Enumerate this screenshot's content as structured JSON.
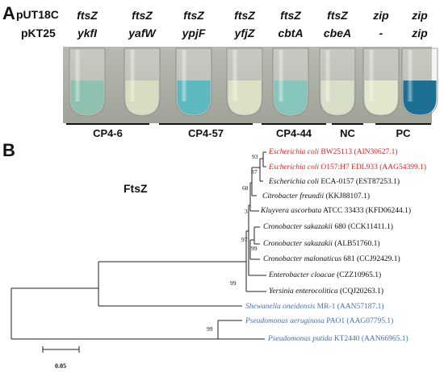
{
  "panel_a": {
    "label": "A",
    "row_labels": [
      "pUT18C",
      "pKT25"
    ],
    "columns": [
      {
        "top": "ftsZ",
        "bottom": "ykfI",
        "color": "#8fc2ae"
      },
      {
        "top": "ftsZ",
        "bottom": "yafW",
        "color": "#d8dcc0"
      },
      {
        "top": "ftsZ",
        "bottom": "ypjF",
        "color": "#5eb8c0"
      },
      {
        "top": "ftsZ",
        "bottom": "yfjZ",
        "color": "#dde0c4"
      },
      {
        "top": "ftsZ",
        "bottom": "cbtA",
        "color": "#86c6bc"
      },
      {
        "top": "ftsZ",
        "bottom": "cbeA",
        "color": "#d7dfc6"
      },
      {
        "top": "zip",
        "bottom": "-",
        "color": "#e2e6cc"
      },
      {
        "top": "zip",
        "bottom": "zip",
        "color": "#1e6f94"
      }
    ],
    "groups": [
      "CP4-6",
      "CP4-57",
      "CP4-44",
      "NC",
      "PC"
    ]
  },
  "panel_b": {
    "label": "B",
    "tree_label": "FtsZ",
    "colors": {
      "highlight": "#e02020",
      "blue": "#4a6fb0",
      "default": "#111111"
    },
    "taxa": [
      {
        "species": "Escherichia coli",
        "strain": "BW25113 (AIN30627.1)",
        "color": "#e02020"
      },
      {
        "species": "Escherichia coli",
        "strain": "O157:H7 EDL933 (AAG54399.1)",
        "color": "#e02020"
      },
      {
        "species": "Escherichia coli",
        "strain": "ECA-0157 (EST87253.1)",
        "color": "#111111"
      },
      {
        "species": "Citrobacter freundii",
        "strain": "(KKJ88107.1)",
        "color": "#111111"
      },
      {
        "species": "Kluyvera ascorbata",
        "strain": "ATCC 33433 (KFD06244.1)",
        "color": "#111111"
      },
      {
        "species": "Cronobacter sakazakii",
        "strain": "680 (CCK11411.1)",
        "color": "#111111"
      },
      {
        "species": "Cronobacter sakazakii",
        "strain": "(ALB51760.1)",
        "color": "#111111"
      },
      {
        "species": "Cronobacter malonaticus",
        "strain": "681 (CCJ92429.1)",
        "color": "#111111"
      },
      {
        "species": "Enterobacter cloacae",
        "strain": "(CZZ10965.1)",
        "color": "#111111"
      },
      {
        "species": "Yersinia enterocolitica",
        "strain": "(CQJ20263.1)",
        "color": "#111111"
      },
      {
        "species": "Shewanella oneidensis",
        "strain": "MR-1 (AAN57187.1)",
        "color": "#4a6fb0"
      },
      {
        "species": "Pseudomonas aeruginosa",
        "strain": "PAO1 (AAG07795.1)",
        "color": "#4a6fb0"
      },
      {
        "species": "Pseudomonas putida",
        "strain": "KT2440 (AAN66965.1)",
        "color": "#4a6fb0"
      }
    ],
    "bootstrap": [
      "93",
      "87",
      "68",
      "3",
      "97",
      "99",
      "99",
      "99"
    ],
    "scale": "0.05"
  }
}
